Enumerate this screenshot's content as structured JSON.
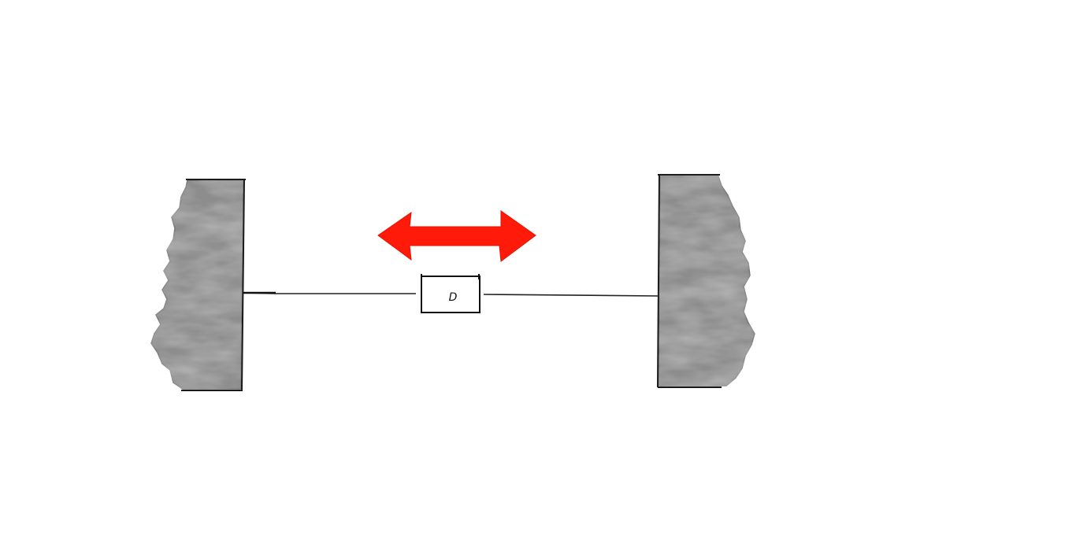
{
  "diagram": {
    "damper": {
      "label": "D"
    },
    "colors": {
      "background": "#ffffff",
      "wall_fill": "#8a8a8a",
      "wall_edge": "#1a1a1a",
      "line": "#222222",
      "arrow": "#ff1a0a"
    },
    "arrow": {
      "meaning": "oscillation",
      "direction": "bidirectional-horizontal"
    }
  }
}
